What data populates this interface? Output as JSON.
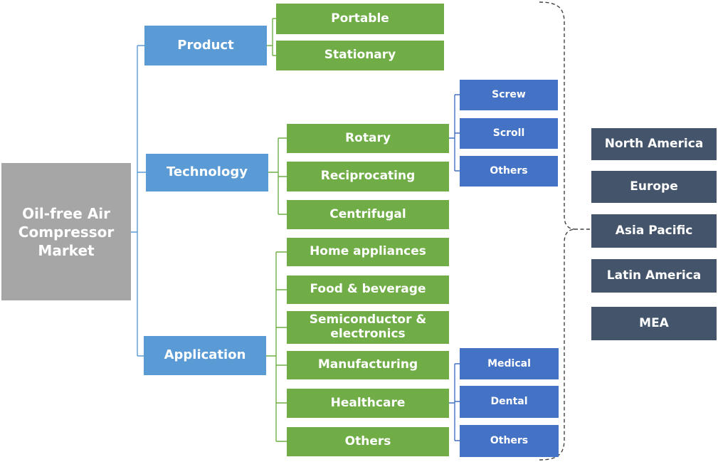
{
  "diagram_title": "Oil-free Air Compressor Market segmentation diagram",
  "root": {
    "label": "Oil-free Air Compressor Market"
  },
  "segments": [
    {
      "label": "Product",
      "children": [
        {
          "label": "Portable"
        },
        {
          "label": "Stationary"
        }
      ]
    },
    {
      "label": "Technology",
      "children": [
        {
          "label": "Rotary",
          "children": [
            {
              "label": "Screw"
            },
            {
              "label": "Scroll"
            },
            {
              "label": "Others"
            }
          ]
        },
        {
          "label": "Reciprocating"
        },
        {
          "label": "Centrifugal"
        }
      ]
    },
    {
      "label": "Application",
      "children": [
        {
          "label": "Home appliances"
        },
        {
          "label": "Food & beverage"
        },
        {
          "label": "Semiconductor & electronics"
        },
        {
          "label": "Manufacturing"
        },
        {
          "label": "Healthcare",
          "children": [
            {
              "label": "Medical"
            },
            {
              "label": "Dental"
            },
            {
              "label": "Others"
            }
          ]
        },
        {
          "label": "Others"
        }
      ]
    }
  ],
  "regions": [
    {
      "label": "North America"
    },
    {
      "label": "Europe"
    },
    {
      "label": "Asia Pacific"
    },
    {
      "label": "Latin America"
    },
    {
      "label": "MEA"
    }
  ],
  "colors": {
    "root_gray": "#A6A6A6",
    "level1_blue": "#5B9BD5",
    "level2_green": "#70AD47",
    "level3_blue": "#4472C4",
    "region_navy": "#44546A",
    "connector_blue": "#5B9BD5",
    "connector_green": "#70AD47",
    "connector_level3": "#4472C4",
    "brace_color": "#404040",
    "text_white": "#FFFFFF"
  }
}
